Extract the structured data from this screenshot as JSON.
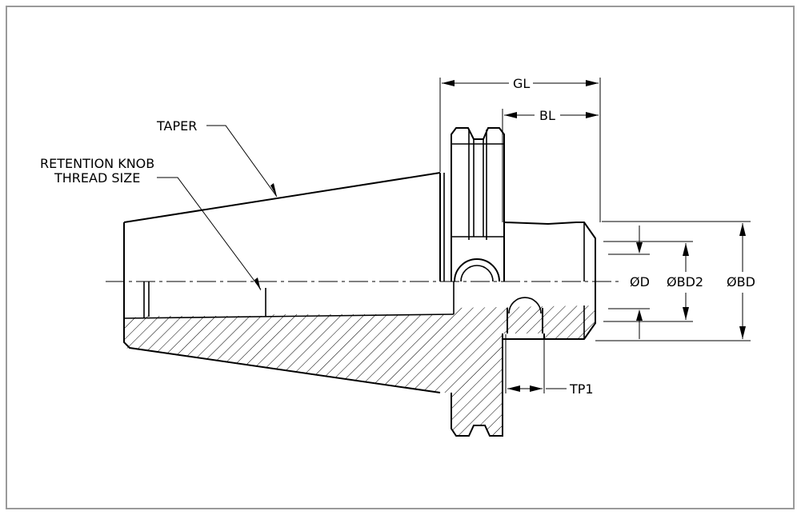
{
  "labels": {
    "taper": "TAPER",
    "retention_line1": "RETENTION KNOB",
    "retention_line2": "THREAD SIZE",
    "gl": "GL",
    "bl": "BL",
    "d": "ØD",
    "bd2": "ØBD2",
    "bd": "ØBD",
    "tp1": "TP1"
  }
}
